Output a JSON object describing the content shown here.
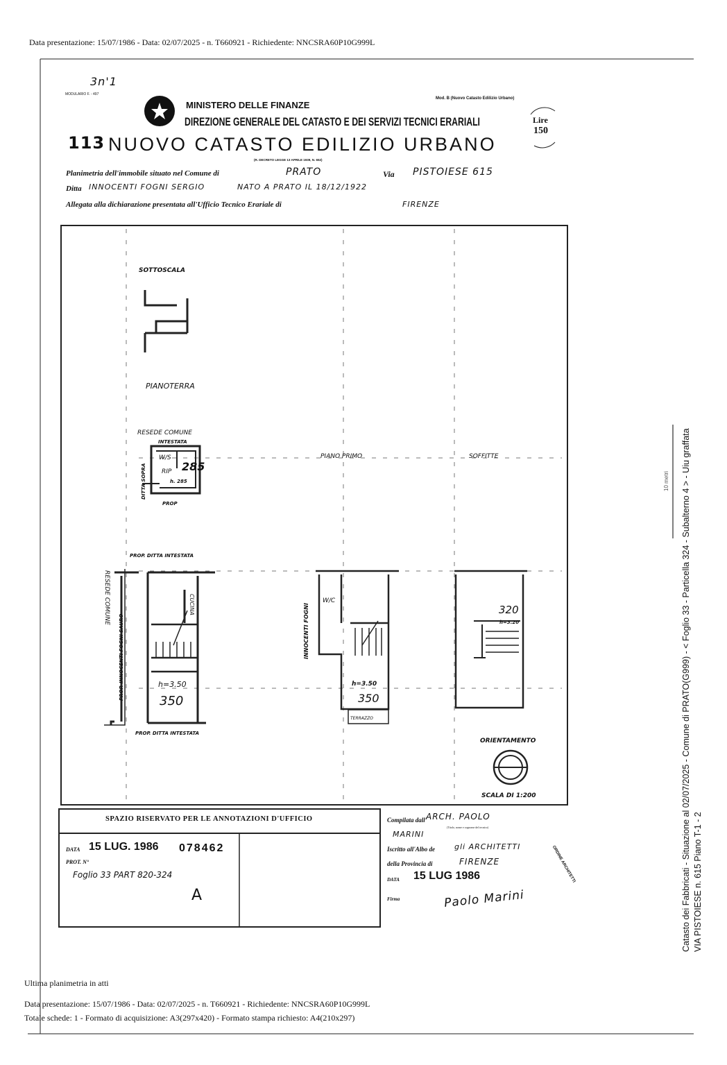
{
  "top_header": "Data presentazione: 15/07/1986 - Data: 02/07/2025 - n. T660921 - Richiedente: NNCSRA60P10G999L",
  "form": {
    "handwritten_code": "3n'1",
    "model_code": "MODULARIO F. - 497",
    "model_right": "Mod. B (Nuovo Catasto Edilizio Urbano)",
    "ministry": "MINISTERO DELLE FINANZE",
    "direction": "DIREZIONE GENERALE DEL CATASTO E DEI SERVIZI TECNICI ERARIALI",
    "sheet_number": "113",
    "title": "NUOVO CATASTO EDILIZIO URBANO",
    "decree": "(R. DECRETO LEGGE 13 APRILE 1939, N. 652)",
    "stamp_lire": "Lire",
    "stamp_value": "150",
    "emblem": "Emblema della Repubblica Italiana"
  },
  "fields": {
    "comune_label": "Planimetria dell'immobile situato nel Comune di",
    "comune_value": "PRATO",
    "via_label": "Via",
    "via_value": "PISTOIESE 615",
    "ditta_label": "Ditta",
    "ditta_value": "INNOCENTI FOGNI SERGIO",
    "nato_value": "NATO A PRATO IL 18/12/1922",
    "allegata_label": "Allegata alla dichiarazione presentata all'Ufficio Tecnico Erariale di",
    "allegata_value": "FIRENZE"
  },
  "plan": {
    "sottoscala": "SOTTOSCALA",
    "piano_terra": "PIANOTERRA",
    "piano_primo": "PIANO PRIMO",
    "soffitte": "SOFFITTE",
    "resede_comune_top": "RESEDE COMUNE",
    "intestata_top": "INTESTATA",
    "ws": "W/S",
    "h285_big": "285",
    "rip": "RIP",
    "h285_small": "h. 285",
    "ditta_sopra": "DITTA SOPRA",
    "prop_small": "PROP",
    "resede_comune_side": "RESEDE COMUNE",
    "prop_ditta_intestata_top": "PROP. DITTA INTESTATA",
    "prop_innocenti_side": "PROP. INNOCENTI FOGNI SAURO",
    "cucina": "CUCINA",
    "h350_left": "h=3.50",
    "num350_left": "350",
    "prop_ditta_intestata_bottom": "PROP. DITTA INTESTATA",
    "innocenti_fogni_mid": "INNOCENTI FOGNI",
    "wc": "W/C",
    "h350_mid": "h=3.50",
    "num350_mid": "350",
    "terrazzo": "TERRAZZO",
    "num320": "320",
    "h320": "h=3.20",
    "orientamento": "ORIENTAMENTO",
    "scala": "SCALA DI 1:200"
  },
  "office_box": {
    "title": "SPAZIO RISERVATO PER LE ANNOTAZIONI D'UFFICIO",
    "data_label": "DATA",
    "data_value": "15 LUG. 1986",
    "prot_number": "078462",
    "prot_label": "PROT. N°",
    "foglio_note": "Foglio 33 PART 820-324",
    "letter": "A"
  },
  "compiler": {
    "compilato_label": "Compilata dall'",
    "compilato_value": "ARCH. PAOLO",
    "compilato_value2": "MARINI",
    "compilato_hint": "(Titolo, nome e cognome del tecnico)",
    "iscritto_label": "Iscritto all'Albo de",
    "iscritto_value": "gli ARCHITETTI",
    "provincia_label": "della Provincia di",
    "provincia_value": "FIRENZE",
    "data_label": "DATA",
    "data_value": "15 LUG 1986",
    "firma_label": "Firma",
    "signature": "Paolo Marini",
    "stamp": "ORDINE ARCHITETTI"
  },
  "side_text": {
    "line1": "Catasto dei Fabbricati - Situazione al 02/07/2025 - Comune di PRATO(G999) - < Foglio 33 - Particella 324 - Subalterno 4 > - Uiu graffata",
    "line2": "VIA PISTOIESE n. 615 Piano T-1 - 2",
    "scale_mark": "10 metri"
  },
  "footer": {
    "ultima": "Ultima planimetria in atti",
    "line1": "Data presentazione: 15/07/1986 - Data: 02/07/2025 - n. T660921 - Richiedente: NNCSRA60P10G999L",
    "line2": "Totale schede: 1 - Formato di acquisizione: A3(297x420) - Formato stampa richiesto: A4(210x297)"
  }
}
